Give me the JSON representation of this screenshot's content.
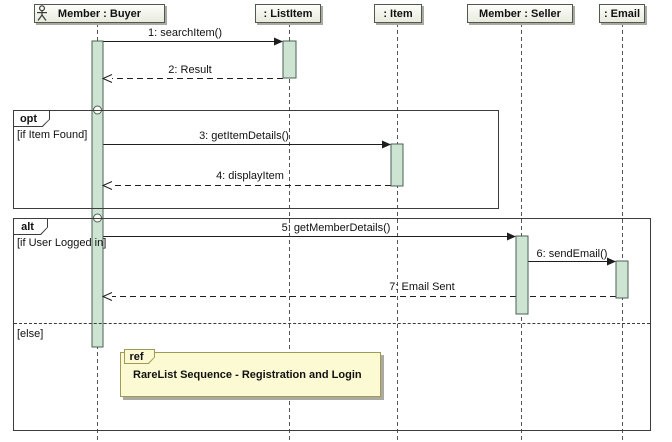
{
  "diagram_type": "uml-sequence-diagram",
  "lifelines": [
    {
      "label": "Member : Buyer",
      "icon": "actor-icon"
    },
    {
      "label": ": ListItem"
    },
    {
      "label": ": Item"
    },
    {
      "label": "Member : Seller"
    },
    {
      "label": ": Email"
    }
  ],
  "messages": [
    {
      "label": "1: searchItem()",
      "kind": "call",
      "from": "Member : Buyer",
      "to": ": ListItem"
    },
    {
      "label": "2: Result",
      "kind": "return",
      "from": ": ListItem",
      "to": "Member : Buyer"
    },
    {
      "label": "3: getItemDetails()",
      "kind": "call",
      "from": "Member : Buyer",
      "to": ": Item"
    },
    {
      "label": "4: displayItem",
      "kind": "return",
      "from": ": Item",
      "to": "Member : Buyer"
    },
    {
      "label": "5: getMemberDetails()",
      "kind": "call",
      "from": "Member : Buyer",
      "to": "Member : Seller"
    },
    {
      "label": "6: sendEmail()",
      "kind": "call",
      "from": "Member : Seller",
      "to": ": Email"
    },
    {
      "label": "7: Email Sent",
      "kind": "return",
      "from": ": Email",
      "to": "Member : Buyer"
    }
  ],
  "fragments": {
    "opt": {
      "operator": "opt",
      "guard": "[if Item Found]"
    },
    "alt": {
      "operator": "alt",
      "guard_if": "[if User Logged in]",
      "guard_else": "[else]"
    },
    "ref": {
      "operator": "ref",
      "text": "RareList Sequence - Registration and Login"
    }
  },
  "colors": {
    "header_fill_top": "#fdfdfa",
    "header_fill_bottom": "#e8ebde",
    "header_border": "#4e5a4e",
    "shadow": "#aaaaa2",
    "activation_fill": "#cde4d2",
    "activation_border": "#4a5f54",
    "lifeline_color": "#555555",
    "message_color": "#1e1e1e",
    "fragment_border": "#3c3c3c",
    "ref_fill": "#fbfad2",
    "ref_border": "#a19a52",
    "pentagon_fill": "#ffffff"
  }
}
